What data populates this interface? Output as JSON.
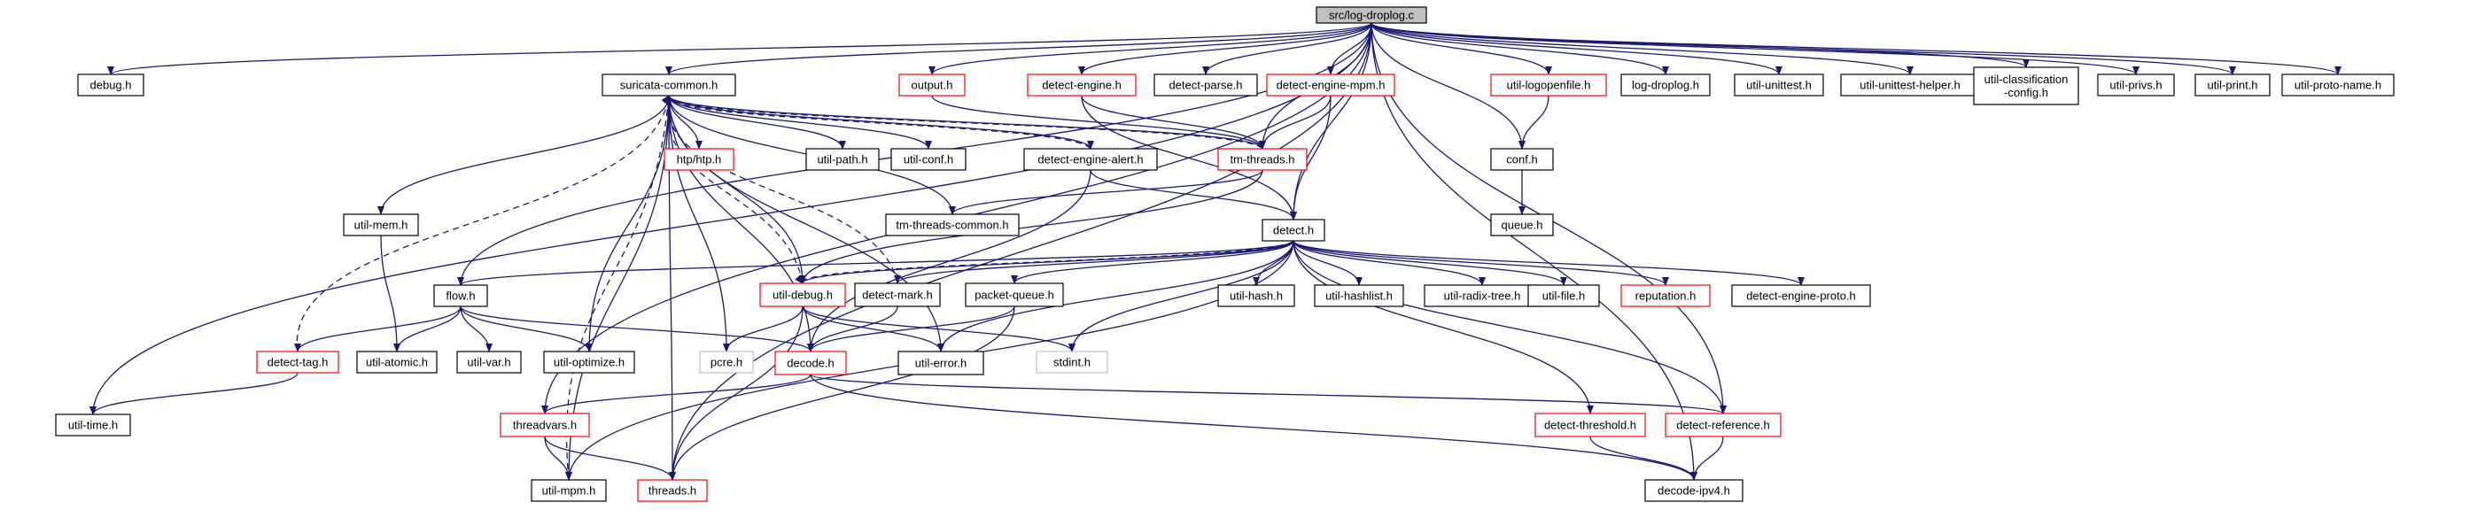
{
  "colors": {
    "edge": "#191970",
    "normal_border": "#000000",
    "link_border": "#ff0000",
    "external_border": "#bfbfbf",
    "root_fill": "#bfbfbf",
    "external_text": "#7f7f7f"
  },
  "nodes": [
    {
      "id": "root",
      "label": "src/log-droplog.c",
      "kind": "root"
    },
    {
      "id": "debug",
      "label": "debug.h",
      "kind": "normal"
    },
    {
      "id": "suricata",
      "label": "suricata-common.h",
      "kind": "normal"
    },
    {
      "id": "output",
      "label": "output.h",
      "kind": "link"
    },
    {
      "id": "detectengine",
      "label": "detect-engine.h",
      "kind": "link"
    },
    {
      "id": "detectparse",
      "label": "detect-parse.h",
      "kind": "normal"
    },
    {
      "id": "detectenginempm",
      "label": "detect-engine-mpm.h",
      "kind": "link"
    },
    {
      "id": "logopen",
      "label": "util-logopenfile.h",
      "kind": "link"
    },
    {
      "id": "logdroplog",
      "label": "log-droplog.h",
      "kind": "normal"
    },
    {
      "id": "unittest",
      "label": "util-unittest.h",
      "kind": "normal"
    },
    {
      "id": "unittesthelper",
      "label": "util-unittest-helper.h",
      "kind": "normal"
    },
    {
      "id": "classif",
      "label": [
        "util-classification",
        "-config.h"
      ],
      "kind": "normal"
    },
    {
      "id": "privs",
      "label": "util-privs.h",
      "kind": "normal"
    },
    {
      "id": "print",
      "label": "util-print.h",
      "kind": "normal"
    },
    {
      "id": "protoname",
      "label": "util-proto-name.h",
      "kind": "normal"
    },
    {
      "id": "htp",
      "label": "htp/htp.h",
      "kind": "link"
    },
    {
      "id": "utilpath",
      "label": "util-path.h",
      "kind": "normal"
    },
    {
      "id": "utilconf",
      "label": "util-conf.h",
      "kind": "normal"
    },
    {
      "id": "tmthreads",
      "label": "tm-threads.h",
      "kind": "link"
    },
    {
      "id": "conf",
      "label": "conf.h",
      "kind": "normal"
    },
    {
      "id": "queue",
      "label": "queue.h",
      "kind": "normal"
    },
    {
      "id": "detectenginealert",
      "label": "detect-engine-alert.h",
      "kind": "normal"
    },
    {
      "id": "utilmem",
      "label": "util-mem.h",
      "kind": "normal"
    },
    {
      "id": "tmthreadscommon",
      "label": "tm-threads-common.h",
      "kind": "normal"
    },
    {
      "id": "detect",
      "label": "detect.h",
      "kind": "normal"
    },
    {
      "id": "flow",
      "label": "flow.h",
      "kind": "normal"
    },
    {
      "id": "utildebug",
      "label": "util-debug.h",
      "kind": "link"
    },
    {
      "id": "detectmark",
      "label": "detect-mark.h",
      "kind": "normal"
    },
    {
      "id": "packetqueue",
      "label": "packet-queue.h",
      "kind": "normal"
    },
    {
      "id": "utilhash",
      "label": "util-hash.h",
      "kind": "normal"
    },
    {
      "id": "utilhashlist",
      "label": "util-hashlist.h",
      "kind": "normal"
    },
    {
      "id": "radix",
      "label": "util-radix-tree.h",
      "kind": "normal"
    },
    {
      "id": "utilfile",
      "label": "util-file.h",
      "kind": "normal"
    },
    {
      "id": "reputation",
      "label": "reputation.h",
      "kind": "link"
    },
    {
      "id": "detectengineproto",
      "label": "detect-engine-proto.h",
      "kind": "normal"
    },
    {
      "id": "detecttag",
      "label": "detect-tag.h",
      "kind": "link"
    },
    {
      "id": "utilatomic",
      "label": "util-atomic.h",
      "kind": "normal"
    },
    {
      "id": "utilvar",
      "label": "util-var.h",
      "kind": "normal"
    },
    {
      "id": "utiloptimize",
      "label": "util-optimize.h",
      "kind": "normal"
    },
    {
      "id": "pcre",
      "label": "pcre.h",
      "kind": "external"
    },
    {
      "id": "decode",
      "label": "decode.h",
      "kind": "link"
    },
    {
      "id": "utilerror",
      "label": "util-error.h",
      "kind": "normal"
    },
    {
      "id": "stdint",
      "label": "stdint.h",
      "kind": "external"
    },
    {
      "id": "utiltime",
      "label": "util-time.h",
      "kind": "normal"
    },
    {
      "id": "threadvars",
      "label": "threadvars.h",
      "kind": "link"
    },
    {
      "id": "detectthreshold",
      "label": "detect-threshold.h",
      "kind": "link"
    },
    {
      "id": "detectreference",
      "label": "detect-reference.h",
      "kind": "link"
    },
    {
      "id": "utilmpm",
      "label": "util-mpm.h",
      "kind": "normal"
    },
    {
      "id": "threads",
      "label": "threads.h",
      "kind": "link"
    },
    {
      "id": "decodeipv4",
      "label": "decode-ipv4.h",
      "kind": "normal"
    }
  ]
}
